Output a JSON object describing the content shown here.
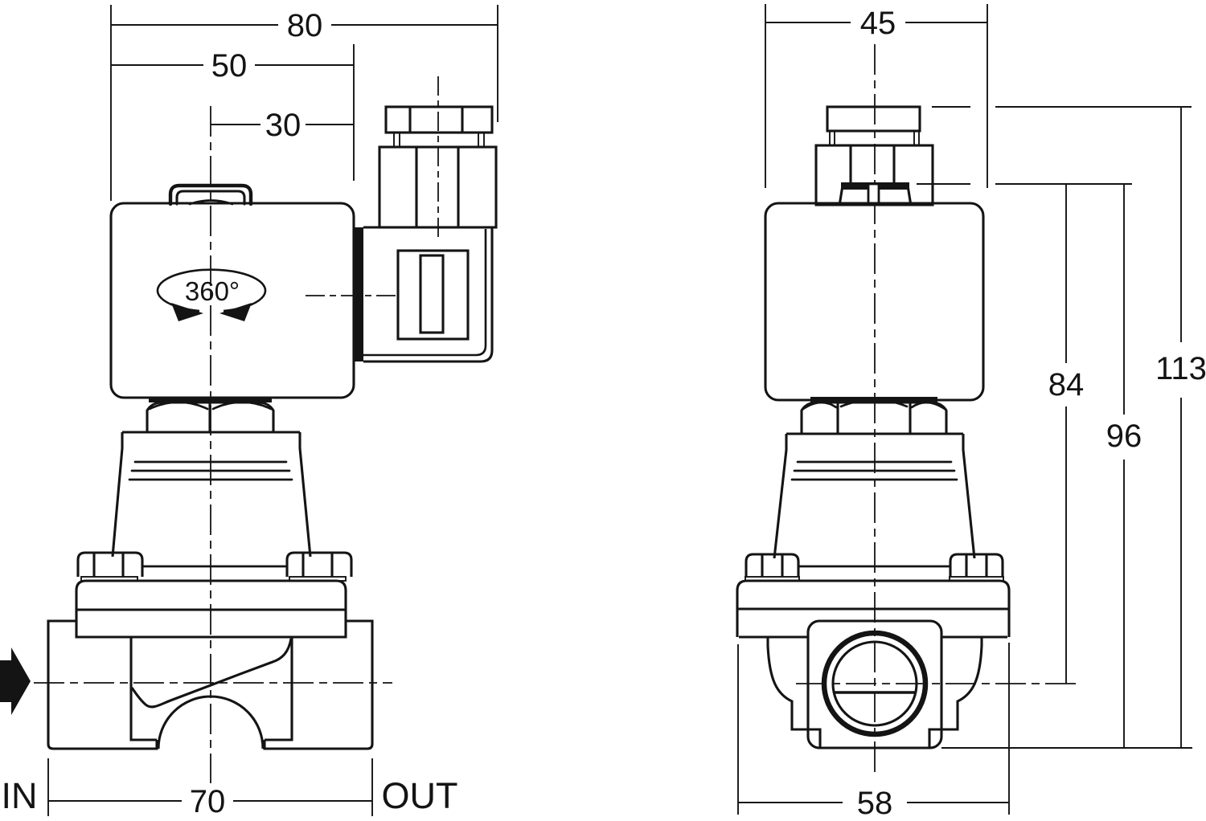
{
  "colors": {
    "background": "#ffffff",
    "line": "#141414"
  },
  "front_view": {
    "dims": {
      "overall_width": "80",
      "coil_width": "50",
      "center_to_connector": "30",
      "port_span": "70"
    },
    "labels": {
      "inlet": "IN",
      "outlet": "OUT",
      "rotation": "360°"
    }
  },
  "side_view": {
    "dims": {
      "coil_depth": "45",
      "body_width": "58",
      "centerline_height": "84",
      "coil_top_height": "96",
      "overall_height": "113"
    }
  }
}
